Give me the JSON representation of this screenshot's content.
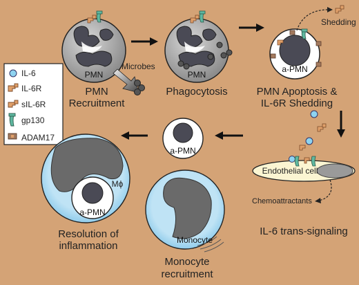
{
  "legend": {
    "items": [
      {
        "label": "IL-6",
        "icon": "il6-icon"
      },
      {
        "label": "IL-6R",
        "icon": "il6r-icon"
      },
      {
        "label": "sIL-6R",
        "icon": "sil6r-icon"
      },
      {
        "label": "gp130",
        "icon": "gp130-icon"
      },
      {
        "label": "ADAM17",
        "icon": "adam17-icon"
      }
    ]
  },
  "steps": {
    "recruitment": {
      "line1": "PMN",
      "line2": "Recruitment",
      "cell_label": "PMN"
    },
    "phagocytosis": {
      "line1": "Phagocytosis",
      "cell_label": "PMN"
    },
    "apoptosis": {
      "line1": "PMN Apoptosis &",
      "line2": "IL-6R Shedding",
      "cell_label": "a-PMN"
    },
    "trans_signaling": {
      "line1": "IL-6 trans-signaling",
      "cell_label": "Endothelial cell"
    },
    "monocyte": {
      "line1": "Monocyte",
      "line2": "recruitment",
      "cell_label": "Monocyte"
    },
    "resolution": {
      "line1": "Resolution of",
      "line2": "inflammation",
      "cell_label": "a-PMN",
      "macrophage_label": "Mϕ"
    },
    "apmn_middle": {
      "cell_label": "a-PMN"
    }
  },
  "annotations": {
    "microbes": "Microbes",
    "shedding": "Shedding",
    "chemoattractants": "Chemoattractants"
  },
  "colors": {
    "background": "#d4a376",
    "pmn_body": "#9a9a9a",
    "nucleus": "#4a4a55",
    "apmn_fill": "#ffffff",
    "il6": "#8ed3f0",
    "receptor": "#e0a06a",
    "gp130": "#5fb8a0",
    "adam17": "#a37a5e",
    "macrophage": "#bfe3f5",
    "endothelial": "#fbf5d2"
  }
}
